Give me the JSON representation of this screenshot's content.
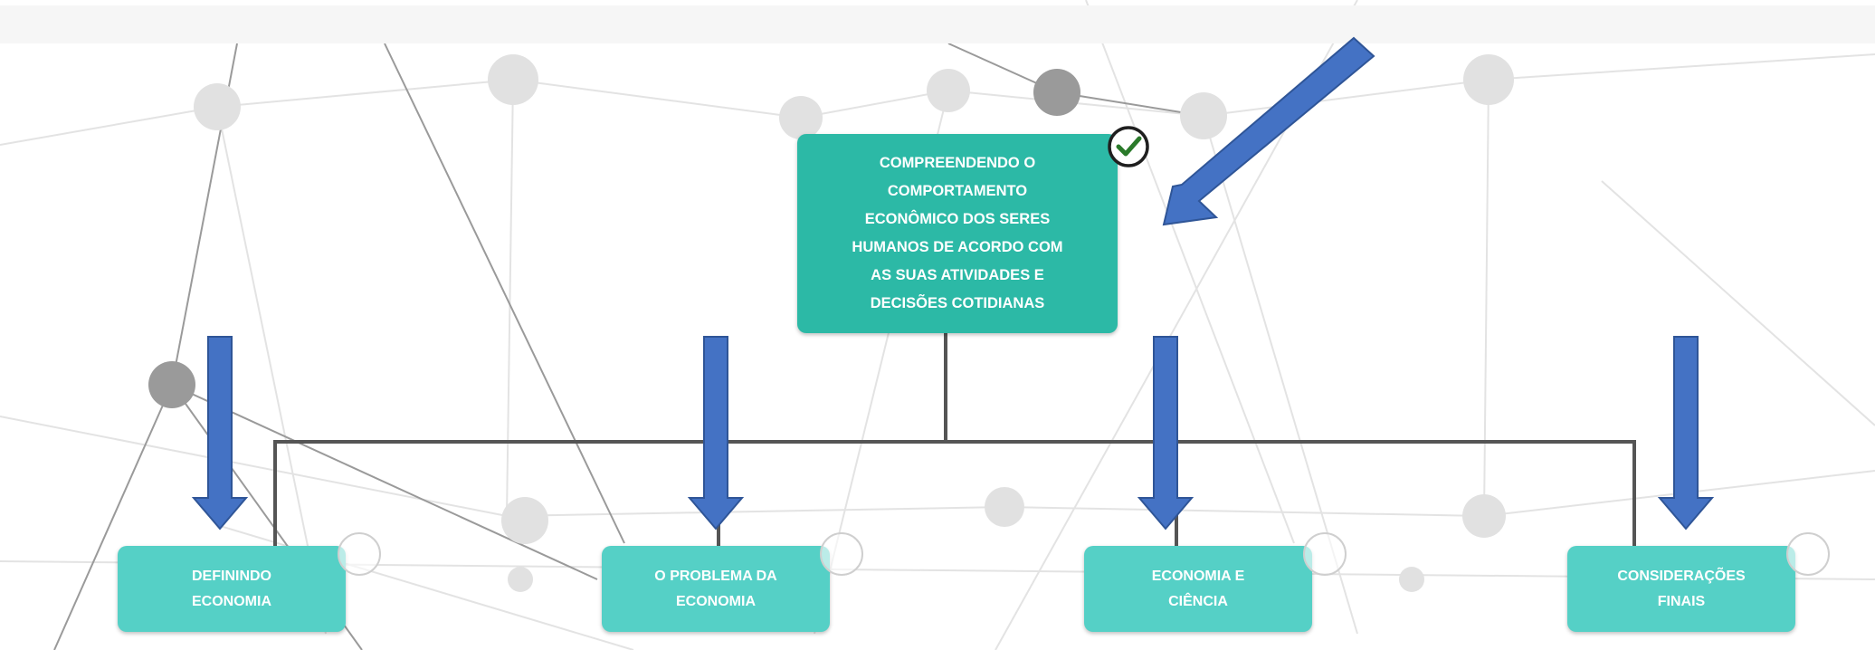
{
  "mindmap": {
    "root": {
      "lines": [
        "COMPREENDENDO O",
        "COMPORTAMENTO",
        "ECONÔMICO DOS SERES",
        "HUMANOS DE ACORDO COM",
        "AS SUAS ATIVIDADES E",
        "DECISÕES COTIDIANAS"
      ],
      "status_icon": "check-circle-icon"
    },
    "children": [
      {
        "lines": [
          "DEFININDO",
          "ECONOMIA"
        ]
      },
      {
        "lines": [
          "O PROBLEMA DA",
          "ECONOMIA"
        ]
      },
      {
        "lines": [
          "ECONOMIA E",
          "CIÊNCIA"
        ]
      },
      {
        "lines": [
          "CONSIDERAÇÕES",
          "FINAIS"
        ]
      }
    ]
  },
  "colors": {
    "root_node": "#2cb9a6",
    "child_node": "#55d0c6",
    "connector": "#555555",
    "annotation_arrow": "#4472c4",
    "check": "#2a7a2a"
  },
  "annotations": {
    "arrow_icon": "blue-arrow-icon"
  }
}
